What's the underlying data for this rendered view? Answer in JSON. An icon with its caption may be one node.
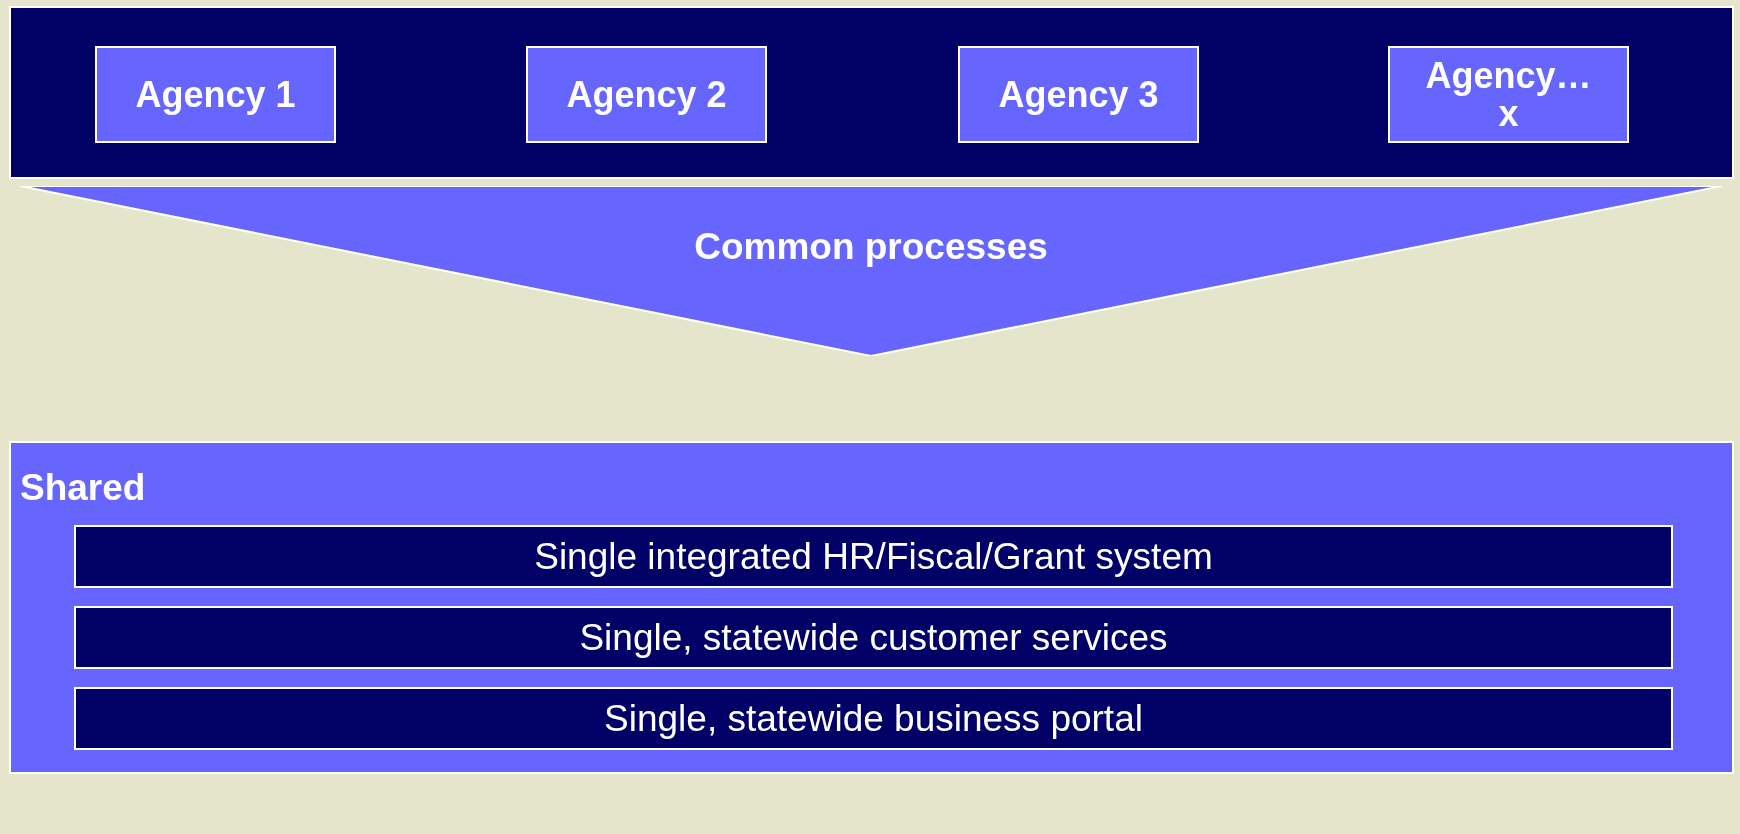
{
  "diagram": {
    "nodes": [
      {
        "text": [],
        "shape": "box"
      },
      {
        "text": [
          "Agency 1"
        ],
        "in": 0
      },
      {
        "text": [
          "Agency 2"
        ],
        "in": 0
      },
      {
        "text": [
          "Agency 3"
        ],
        "in": 0
      },
      {
        "text": [
          "Agency… x"
        ],
        "in": 0
      },
      {
        "text": [
          "Common processes"
        ]
      },
      {
        "text": [
          "Shared"
        ]
      },
      {
        "text": [
          "Single integrated HR/Fiscal/Grant system"
        ],
        "in": 6
      },
      {
        "text": [
          "Single, statewide customer services"
        ],
        "in": 6
      },
      {
        "text": [
          "Single, statewide business portal"
        ],
        "in": 6
      }
    ]
  }
}
